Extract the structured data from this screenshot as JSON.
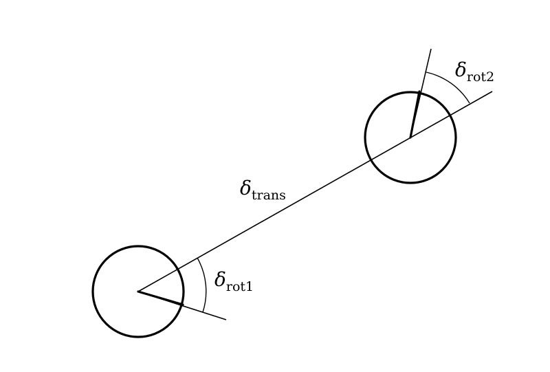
{
  "diagram": {
    "labels": {
      "trans": {
        "symbol": "δ",
        "subscript": "trans"
      },
      "rot1": {
        "symbol": "δ",
        "subscript": "rot1"
      },
      "rot2": {
        "symbol": "δ",
        "subscript": "rot2"
      }
    },
    "colors": {
      "stroke": "#000000",
      "background": "#ffffff"
    }
  }
}
